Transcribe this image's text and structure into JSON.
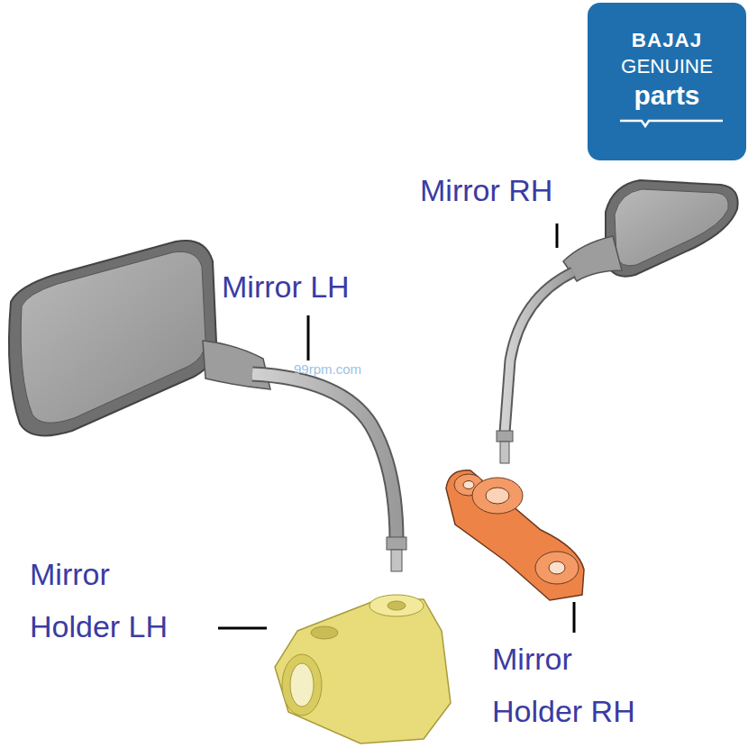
{
  "diagram": {
    "nodes": [
      {
        "text": [
          "BAJAJ",
          "GENUINE",
          "parts"
        ]
      }
    ],
    "edges": [],
    "labels": [
      "Mirror RH",
      "Mirror LH",
      "99rpm.com",
      "Mirror Holder LH",
      "Mirror Holder RH"
    ]
  }
}
